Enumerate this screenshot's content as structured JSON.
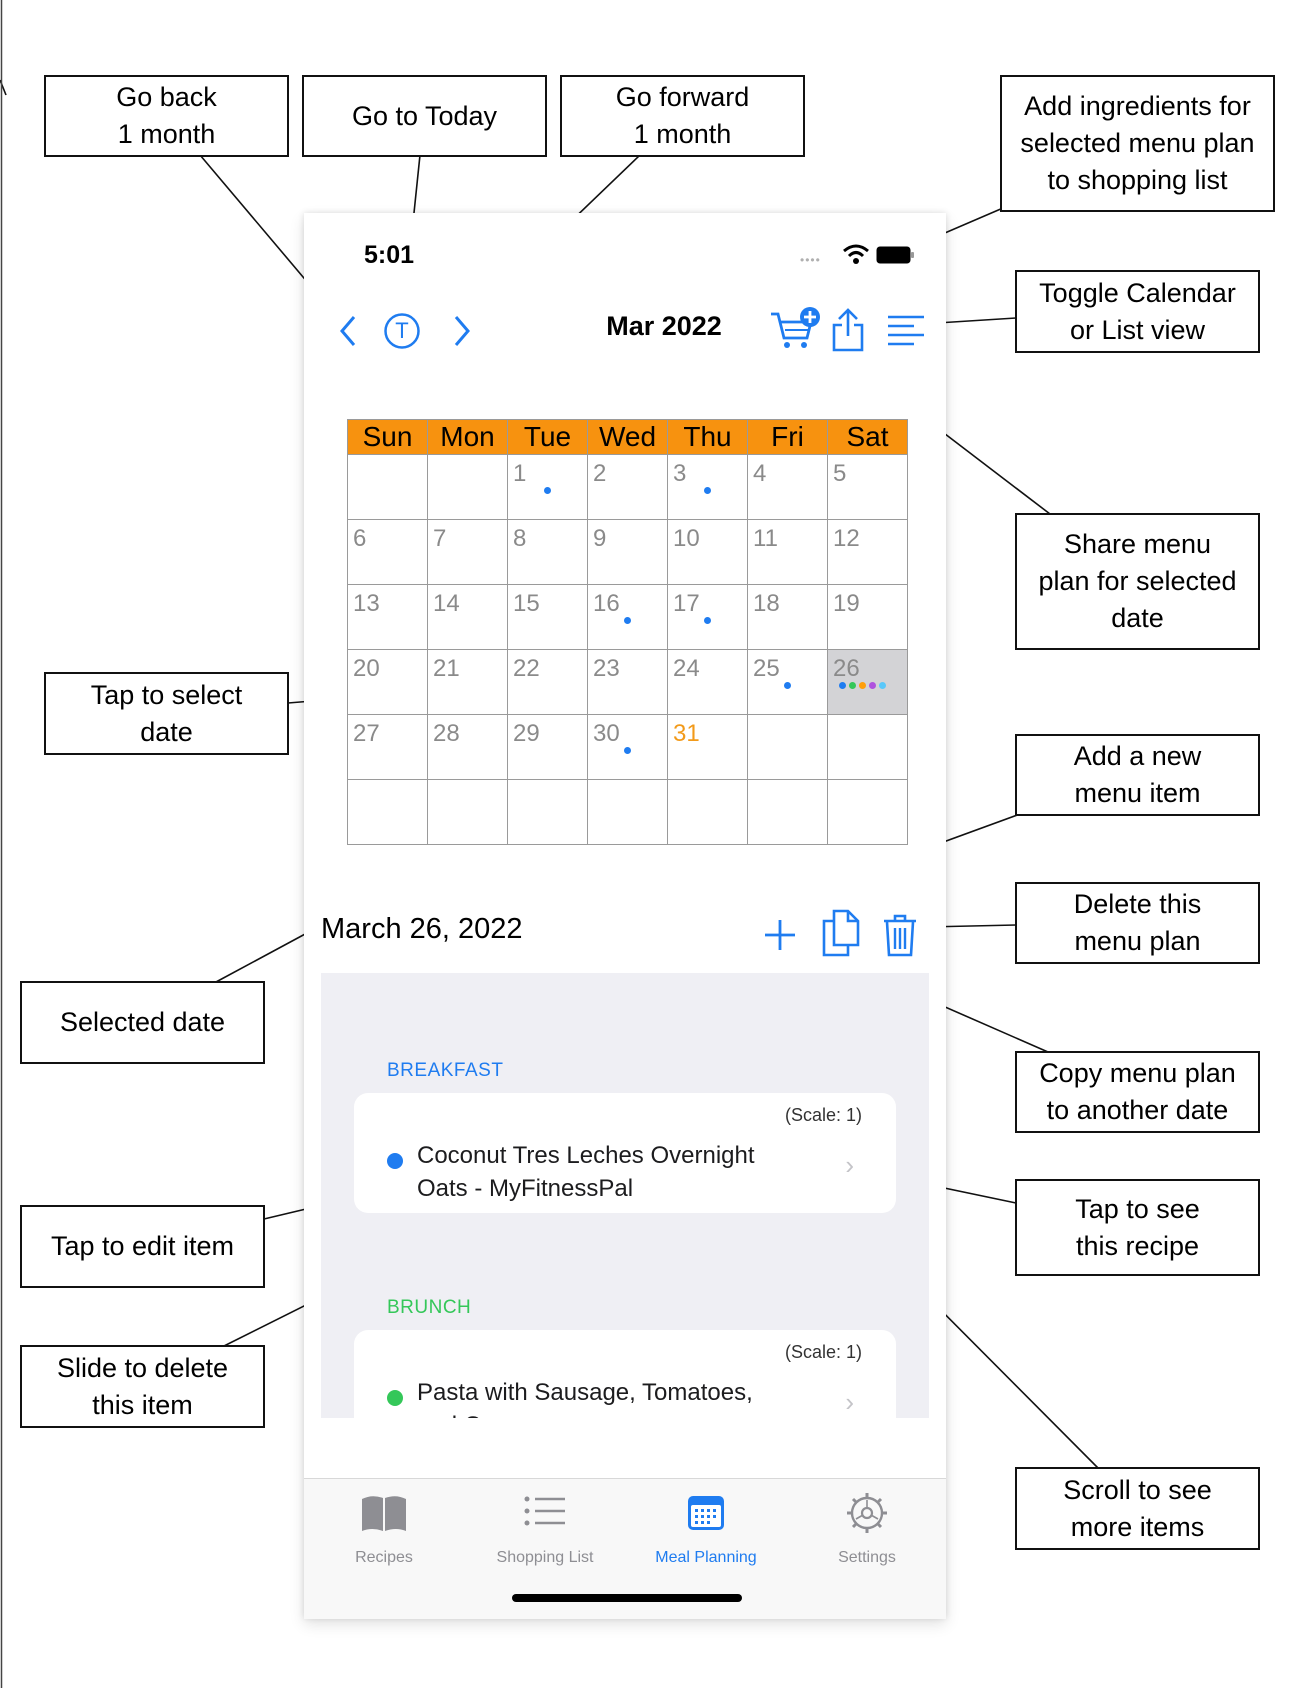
{
  "callouts": {
    "back": "Go back\n1 month",
    "today": "Go to Today",
    "forward": "Go forward\n1 month",
    "add_ingredients": "Add ingredients for\nselected menu plan\nto shopping list",
    "toggle_view": "Toggle Calendar\nor List view",
    "share": "Share menu\nplan for selected\ndate",
    "tap_select": "Tap to select\ndate",
    "add_item": "Add a new\nmenu item",
    "delete_plan": "Delete this\nmenu plan",
    "selected_date": "Selected date",
    "copy_plan": "Copy menu plan\nto another date",
    "tap_edit": "Tap to edit item",
    "tap_recipe": "Tap to see\nthis recipe",
    "slide_delete": "Slide to delete\nthis item",
    "scroll_more": "Scroll to see\nmore items"
  },
  "status": {
    "time": "5:01"
  },
  "header": {
    "month_title": "Mar 2022",
    "today_glyph": "T"
  },
  "calendar": {
    "weekdays": [
      "Sun",
      "Mon",
      "Tue",
      "Wed",
      "Thu",
      "Fri",
      "Sat"
    ],
    "weeks": [
      [
        "",
        "",
        "1",
        "2",
        "3",
        "4",
        "5"
      ],
      [
        "6",
        "7",
        "8",
        "9",
        "10",
        "11",
        "12"
      ],
      [
        "13",
        "14",
        "15",
        "16",
        "17",
        "18",
        "19"
      ],
      [
        "20",
        "21",
        "22",
        "23",
        "24",
        "25",
        "26"
      ],
      [
        "27",
        "28",
        "29",
        "30",
        "31",
        "",
        ""
      ],
      [
        "",
        "",
        "",
        "",
        "",
        "",
        ""
      ]
    ],
    "today": "31",
    "selected": "26",
    "meal_dots": {
      "1": 1,
      "3": 1,
      "16": 1,
      "17": 1,
      "25": 1,
      "30": 1,
      "26": 5
    },
    "dot_colors": [
      "#1f7cf0",
      "#34c759",
      "#ff9f0a",
      "#af52de",
      "#5ac8fa"
    ]
  },
  "selected_date_label": "March 26, 2022",
  "menu": {
    "sections": [
      {
        "header": "BREAKFAST",
        "color": "#1f7cf0",
        "item": {
          "scale": "(Scale: 1)",
          "title": "Coconut Tres Leches Overnight Oats - MyFitnessPal",
          "dot": "#1f7cf0"
        }
      },
      {
        "header": "BRUNCH",
        "color": "#34c759",
        "item": {
          "scale": "(Scale: 1)",
          "title": "Pasta with Sausage, Tomatoes, and Cream",
          "dot": "#34c759"
        }
      }
    ]
  },
  "tabs": [
    {
      "label": "Recipes",
      "icon": "book-icon"
    },
    {
      "label": "Shopping List",
      "icon": "list-icon"
    },
    {
      "label": "Meal Planning",
      "icon": "calendar-icon",
      "active": true
    },
    {
      "label": "Settings",
      "icon": "gear-icon"
    }
  ],
  "colors": {
    "accent": "#1f7cf0",
    "weekday_header": "#f7920f",
    "today": "#f29a1a"
  }
}
